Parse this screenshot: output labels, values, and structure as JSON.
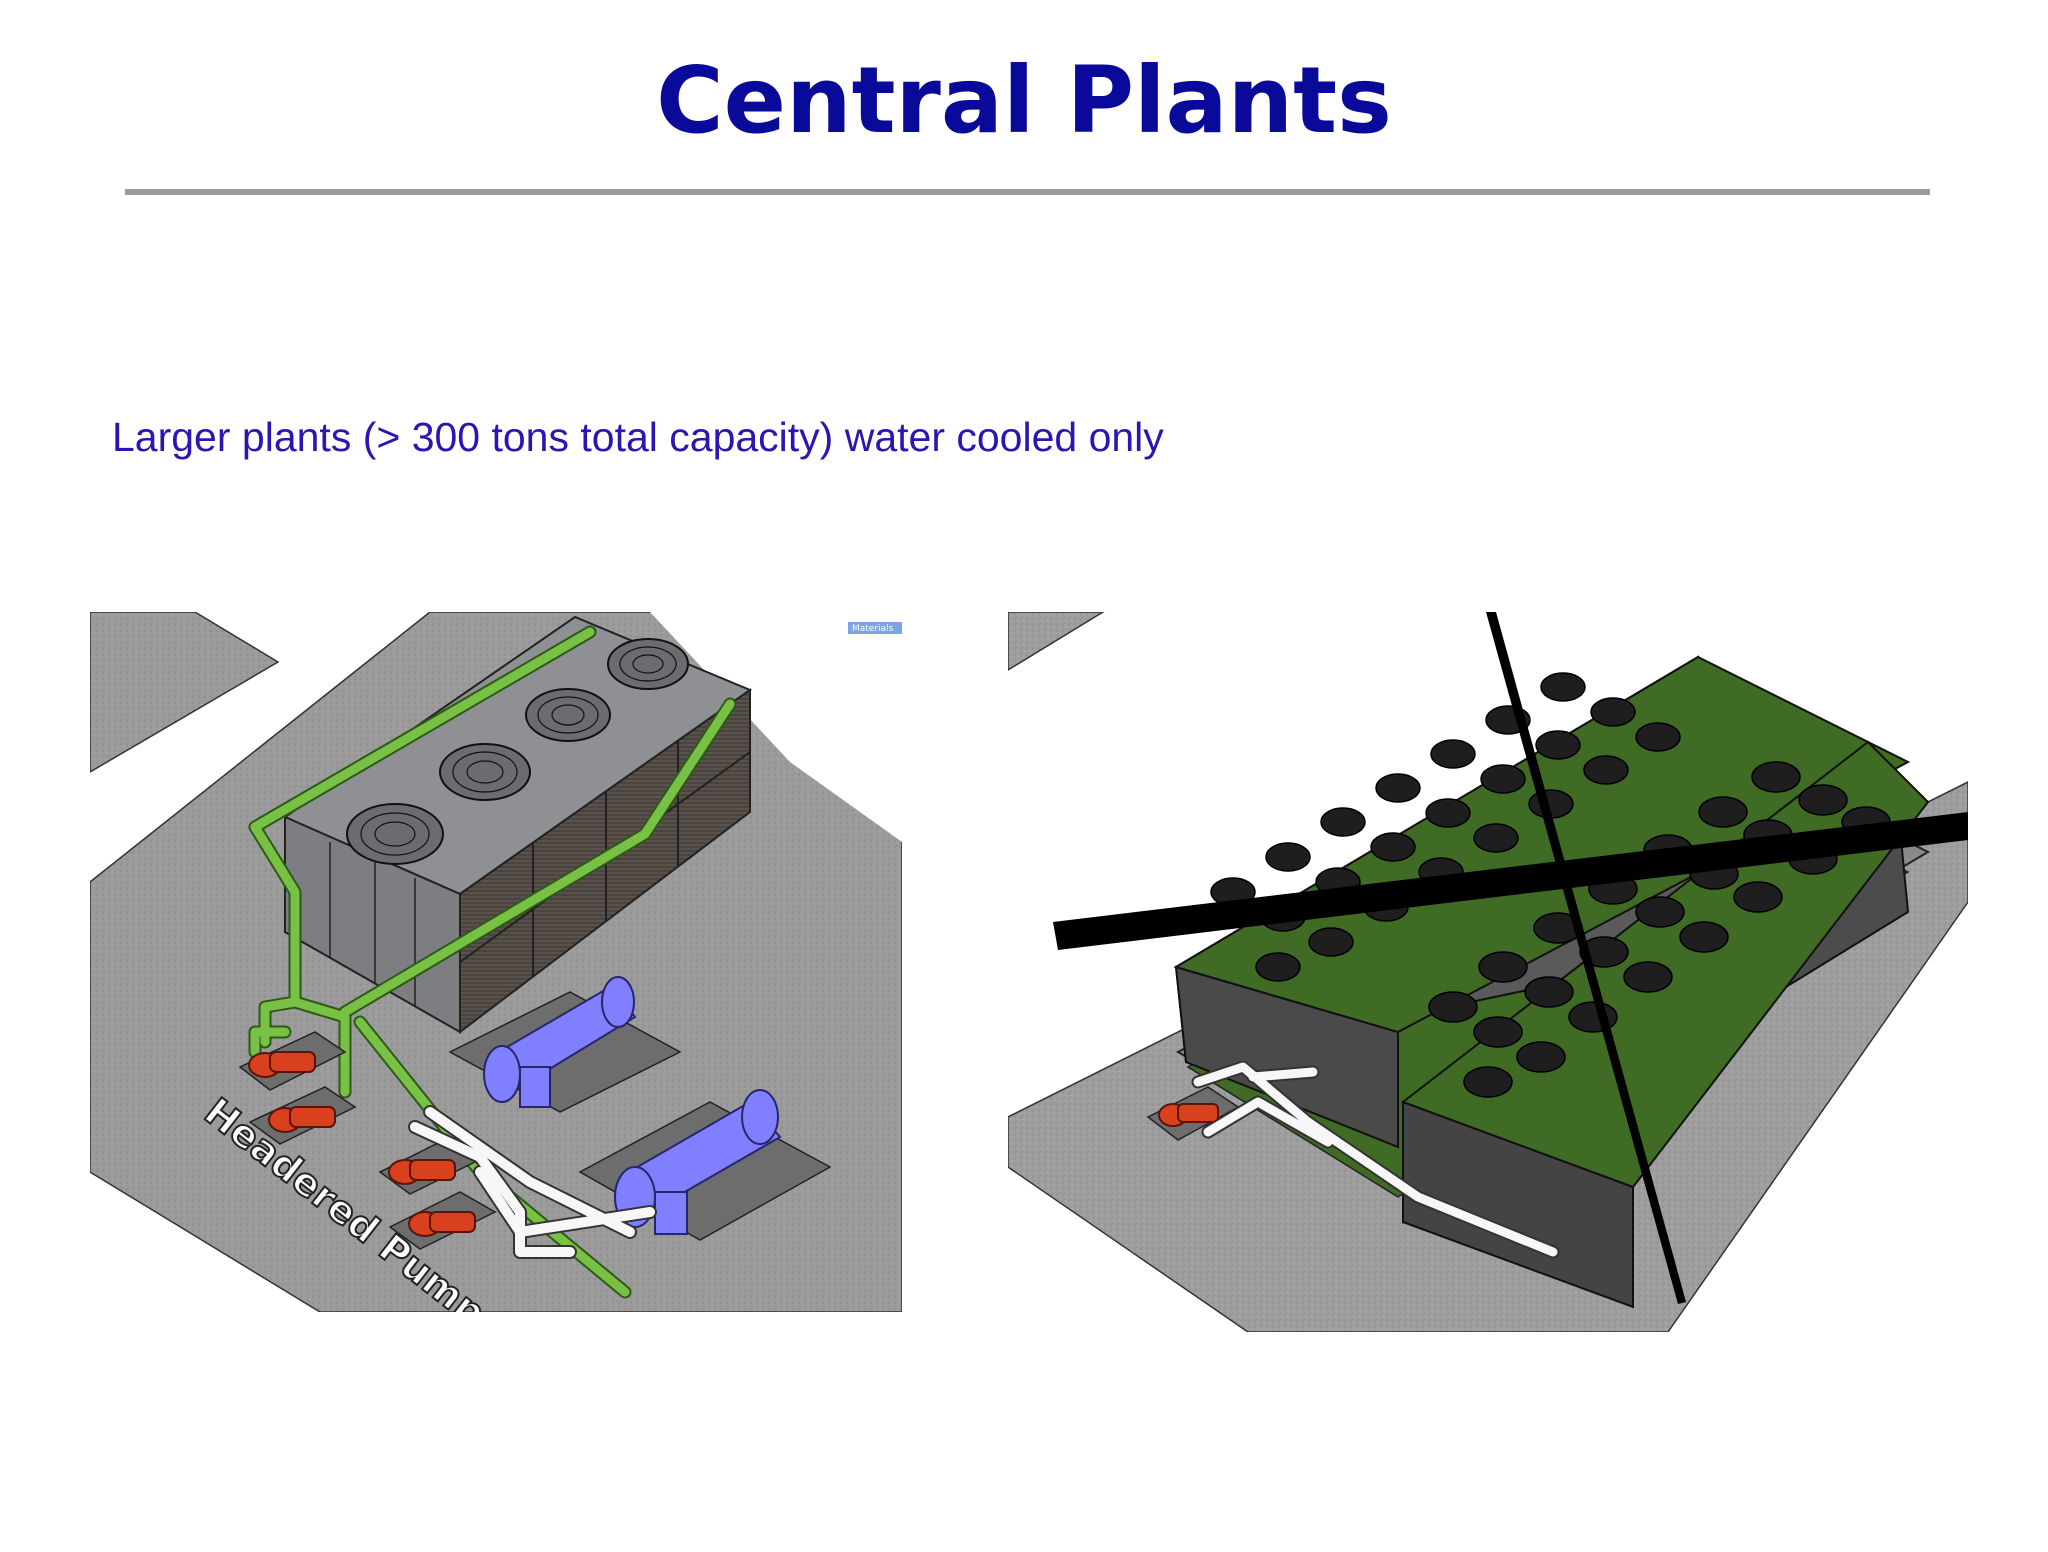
{
  "slide": {
    "title": "Central Plants",
    "bullet": "Larger plants (> 300 tons total capacity) water cooled only"
  },
  "figures": {
    "left": {
      "label": "Headered Pumps",
      "tag": "Materials"
    }
  },
  "colors": {
    "title": "#0a0a9a",
    "bullet": "#2a16b0",
    "rule": "#9a9a9a",
    "pipe_green": "#79c145",
    "chiller_blue": "#7f7fff",
    "pump_red": "#d8401e",
    "module_green": "#3f6b25"
  }
}
